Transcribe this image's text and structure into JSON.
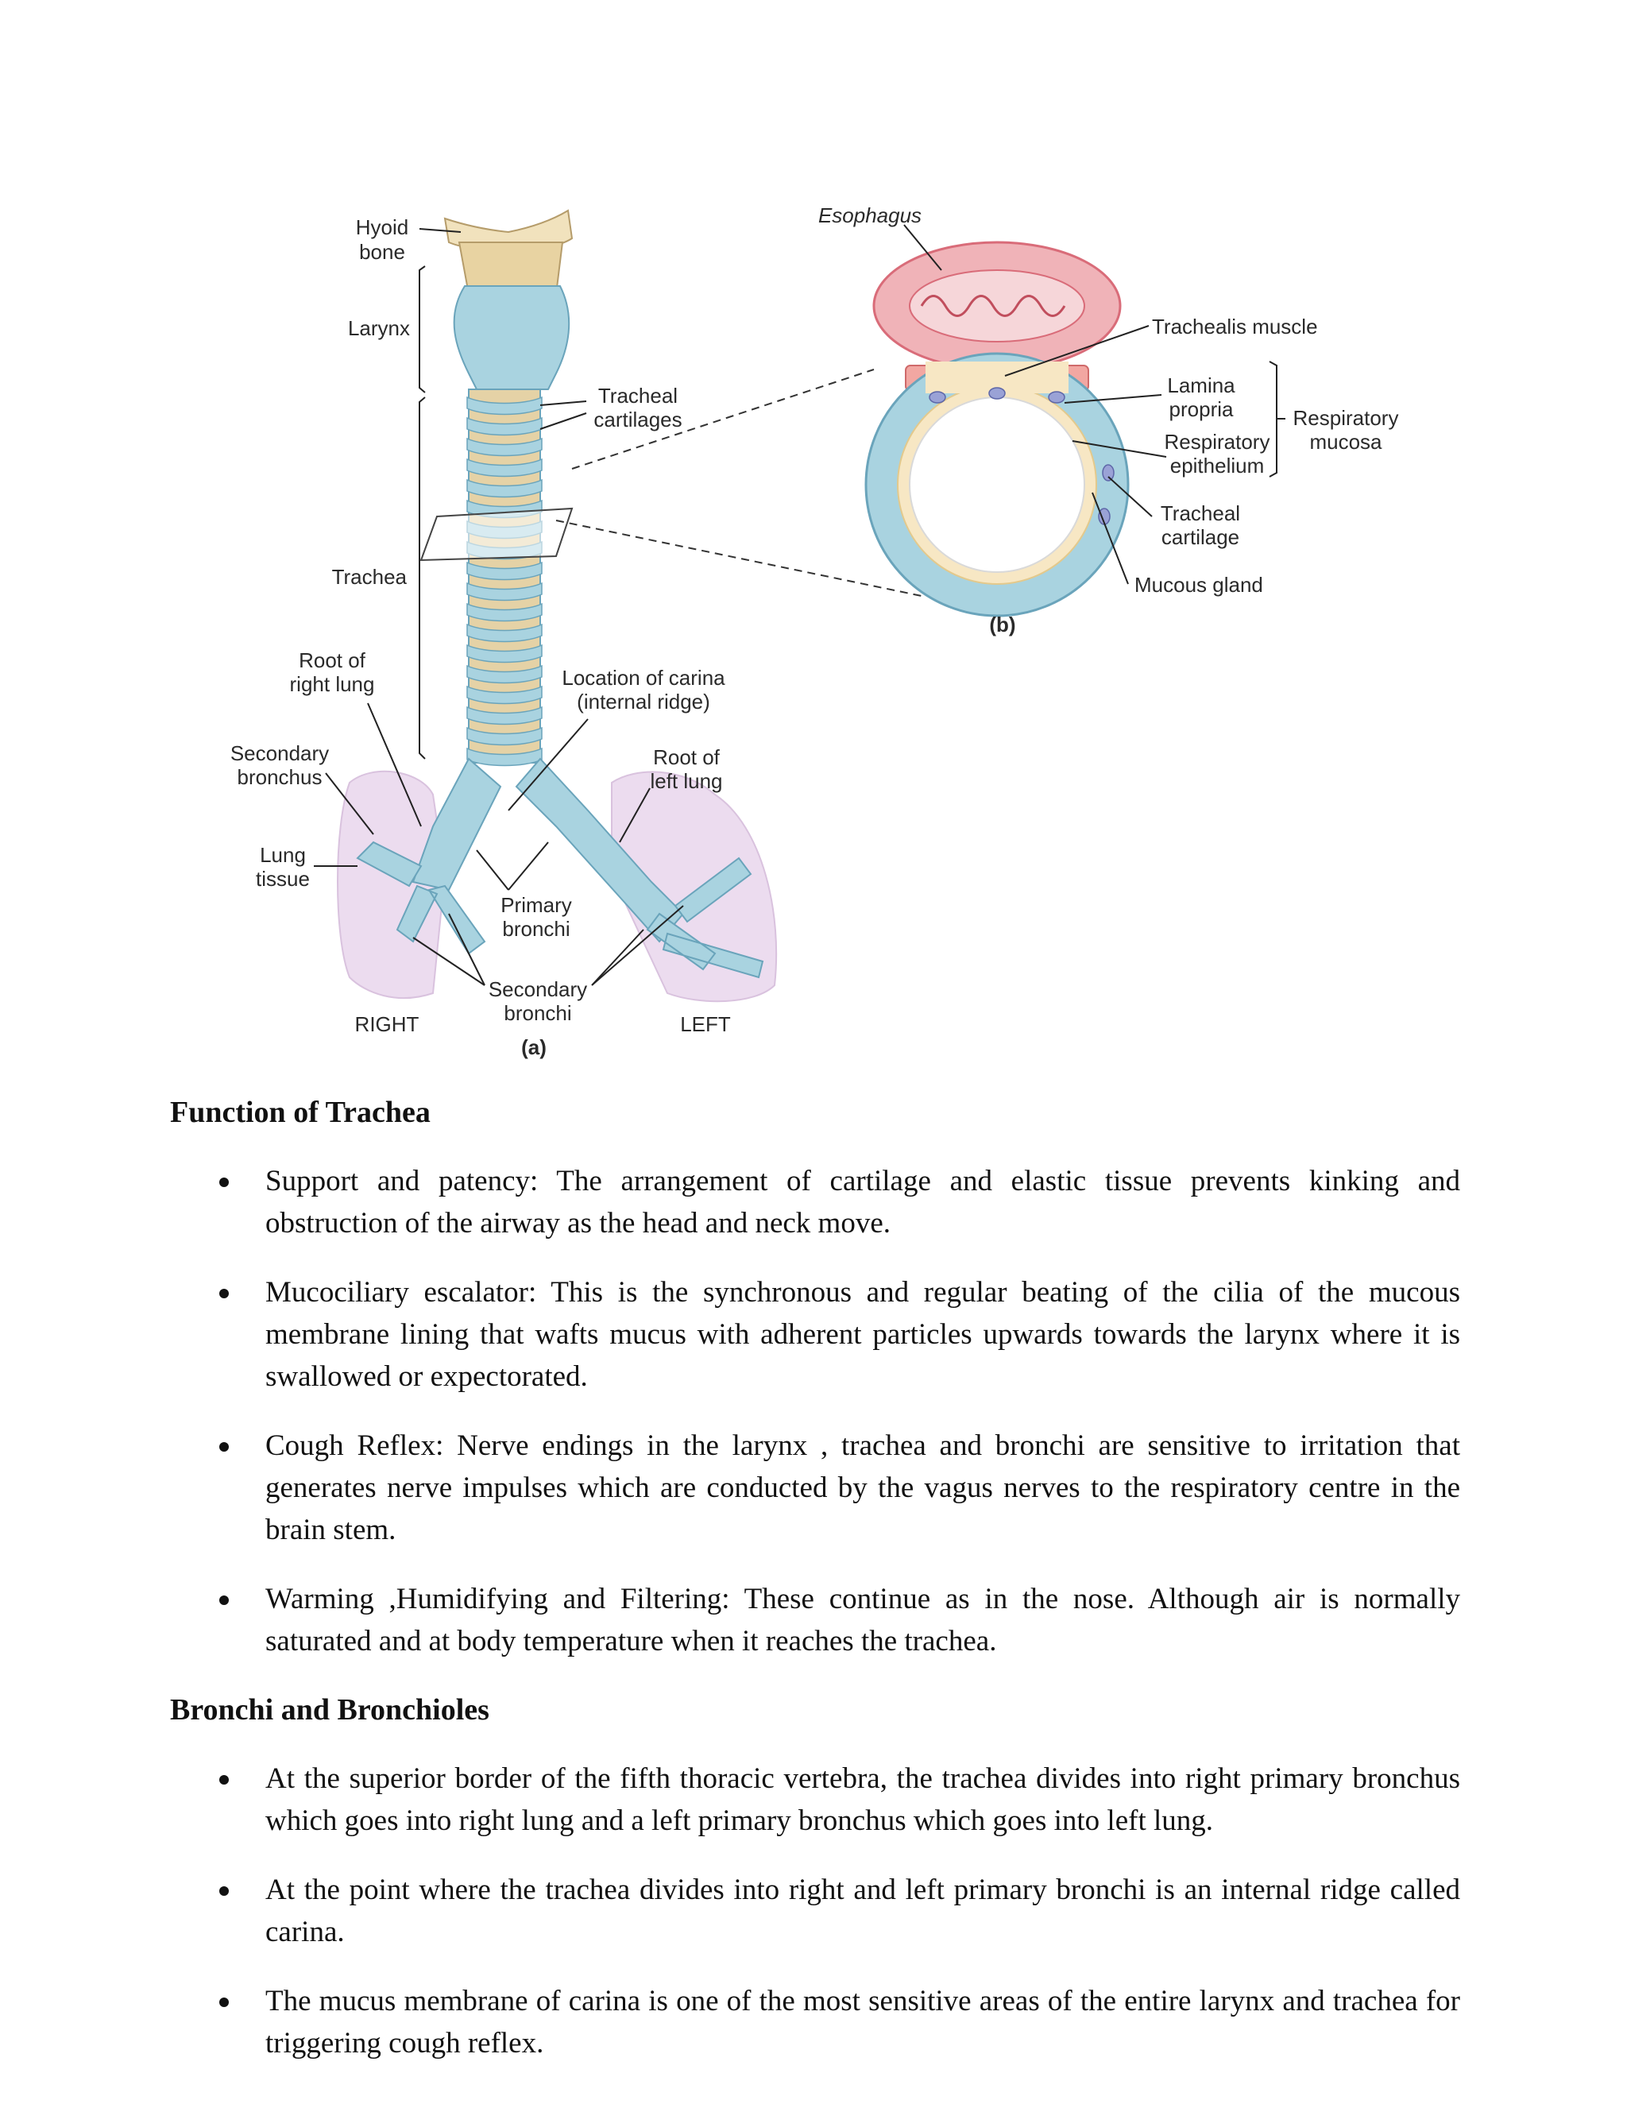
{
  "figure": {
    "panel_a": {
      "labels": {
        "hyoid_bone": [
          "Hyoid",
          "bone"
        ],
        "larynx": "Larynx",
        "trachea": "Trachea",
        "tracheal_cartilages": [
          "Tracheal",
          "cartilages"
        ],
        "root_right_lung": [
          "Root of",
          "right lung"
        ],
        "location_carina": [
          "Location of carina",
          "(internal ridge)"
        ],
        "secondary_bronchus": [
          "Secondary",
          "bronchus"
        ],
        "root_left_lung": [
          "Root of",
          "left lung"
        ],
        "lung_tissue": [
          "Lung",
          "tissue"
        ],
        "primary_bronchi": [
          "Primary",
          "bronchi"
        ],
        "secondary_bronchi": [
          "Secondary",
          "bronchi"
        ],
        "right": "RIGHT",
        "left": "LEFT"
      },
      "caption": "(a)"
    },
    "panel_b": {
      "labels": {
        "esophagus": "Esophagus",
        "trachealis_muscle": "Trachealis muscle",
        "lamina_propria": [
          "Lamina",
          "propria"
        ],
        "respiratory_epithelium": [
          "Respiratory",
          "epithelium"
        ],
        "respiratory_mucosa": [
          "Respiratory",
          "mucosa"
        ],
        "tracheal_cartilage": [
          "Tracheal",
          "cartilage"
        ],
        "mucous_gland": "Mucous gland"
      },
      "caption": "(b)"
    }
  },
  "sections": [
    {
      "heading": "Function of Trachea",
      "items": [
        "Support and patency: The arrangement of cartilage and elastic tissue prevents kinking and obstruction of the airway as the head and neck move.",
        "Mucociliary escalator: This is the synchronous and regular beating of the cilia of the mucous membrane lining that wafts mucus with adherent particles upwards towards the larynx where it is swallowed or expectorated.",
        "Cough Reflex: Nerve endings in the larynx , trachea and bronchi are sensitive to irritation that generates nerve impulses which are conducted by the vagus nerves to the respiratory centre in the brain stem.",
        "Warming ,Humidifying and Filtering: These continue as in the nose. Although air is normally saturated and at body temperature when it reaches the trachea."
      ]
    },
    {
      "heading": "Bronchi and Bronchioles",
      "items": [
        "At the superior border of the fifth thoracic vertebra, the trachea divides into right primary bronchus which goes into right lung and a left primary bronchus which goes into left lung.",
        "At the point where the trachea divides into right and left primary bronchi is an internal ridge called carina.",
        "The mucus membrane of carina is one of the most sensitive areas of the entire larynx and trachea for triggering cough reflex."
      ]
    }
  ],
  "colors": {
    "cartilage": "#a9d3e0",
    "cartilage_dark": "#6aa4bb",
    "ligament": "#e5d2a6",
    "bone": "#f1e2bd",
    "lung": "#ecdcef",
    "esophagus": "#f0b3b8",
    "esophagus_dark": "#d96c79"
  }
}
